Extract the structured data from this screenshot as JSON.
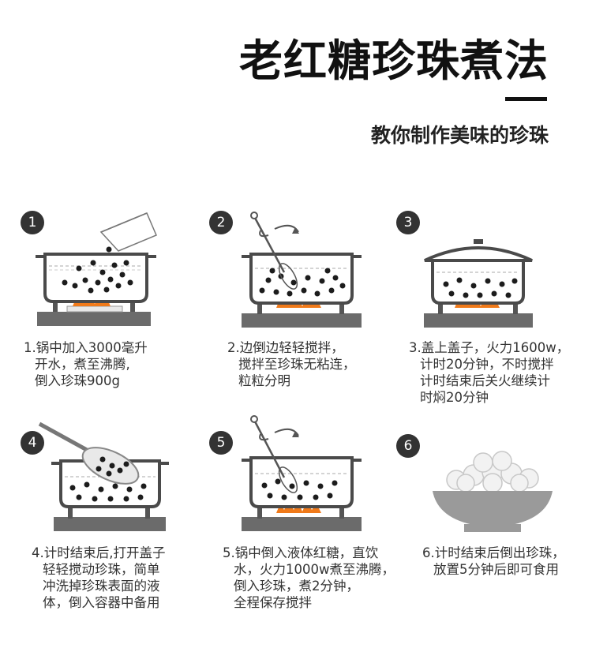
{
  "header": {
    "title": "老红糖珍珠煮法",
    "subtitle": "教你制作美味的珍珠"
  },
  "steps": [
    {
      "number": "1",
      "lines": [
        "1.锅中加入3000毫升",
        "开水，煮至沸腾,",
        "倒入珍珠900g"
      ]
    },
    {
      "number": "2",
      "lines": [
        "2.边倒边轻轻搅拌，",
        "搅拌至珍珠无粘连，",
        "粒粒分明"
      ]
    },
    {
      "number": "3",
      "lines": [
        "3.盖上盖子，火力1600w，",
        "计时20分钟，不时搅拌",
        "计时结束后关火继续计",
        "时焖20分钟"
      ]
    },
    {
      "number": "4",
      "lines": [
        "4.计时结束后,打开盖子",
        "轻轻搅动珍珠，简单",
        "冲洗掉珍珠表面的液",
        "体，倒入容器中备用"
      ]
    },
    {
      "number": "5",
      "lines": [
        "5.锅中倒入液体红糖，直饮",
        "水，火力1000w煮至沸腾，",
        "倒入珍珠，煮2分钟，",
        "全程保存搅拌"
      ]
    },
    {
      "number": "6",
      "lines": [
        "6.计时结束后倒出珍珠，",
        "放置5分钟后即可食用"
      ]
    }
  ],
  "colors": {
    "badge": "#333333",
    "pot": "#4a4a4a",
    "stove": "#6b6b6b",
    "flame": "#f07a1a",
    "pearl": "#1c1c1c",
    "bowl": "#9a9a9a"
  }
}
